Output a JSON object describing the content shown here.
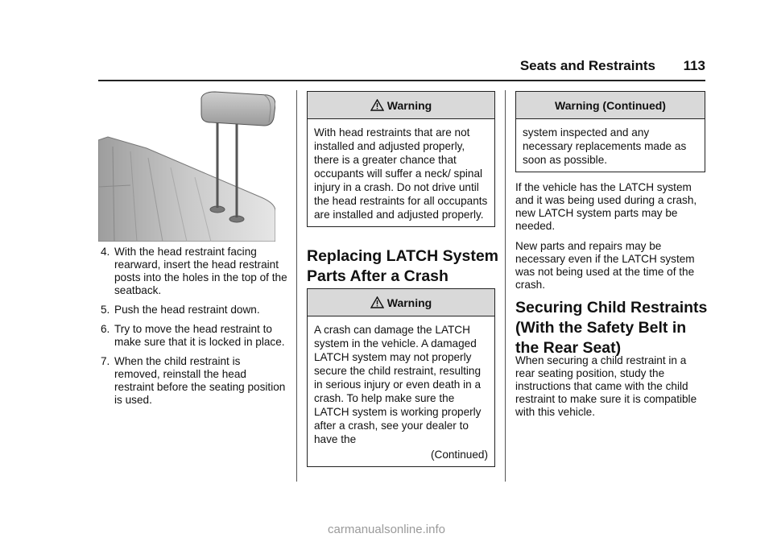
{
  "header": {
    "section": "Seats and Restraints",
    "page": "113"
  },
  "col1": {
    "steps": [
      {
        "num": "4.",
        "text": "With the head restraint facing rearward, insert the head restraint posts into the holes in the top of the seatback."
      },
      {
        "num": "5.",
        "text": "Push the head restraint down."
      },
      {
        "num": "6.",
        "text": "Try to move the head restraint to make sure that it is locked in place."
      },
      {
        "num": "7.",
        "text": "When the child restraint is removed, reinstall the head restraint before the seating position is used."
      }
    ]
  },
  "col2": {
    "warning1": {
      "title": "Warning",
      "body": "With head restraints that are not installed and adjusted properly, there is a greater chance that occupants will suffer a neck/ spinal injury in a crash. Do not drive until the head restraints for all occupants are installed and adjusted properly."
    },
    "heading": "Replacing LATCH System Parts After a Crash",
    "warning2": {
      "title": "Warning",
      "body": "A crash can damage the LATCH system in the vehicle. A damaged LATCH system may not properly secure the child restraint, resulting in serious injury or even death in a crash. To help make sure the LATCH system is working properly after a crash, see your dealer to have the",
      "continued": "(Continued)"
    }
  },
  "col3": {
    "warning_cont": {
      "title": "Warning  (Continued)",
      "body": "system inspected and any necessary replacements made as soon as possible."
    },
    "para1": "If the vehicle has the LATCH system and it was being used during a crash, new LATCH system parts may be needed.",
    "para2": "New parts and repairs may be necessary even if the LATCH system was not being used at the time of the crash.",
    "heading": "Securing Child Restraints (With the Safety Belt in the Rear Seat)",
    "para3": "When securing a child restraint in a rear seating position, study the instructions that came with the child restraint to make sure it is compatible with this vehicle."
  },
  "footer": {
    "watermark": "carmanualsonline.info"
  }
}
